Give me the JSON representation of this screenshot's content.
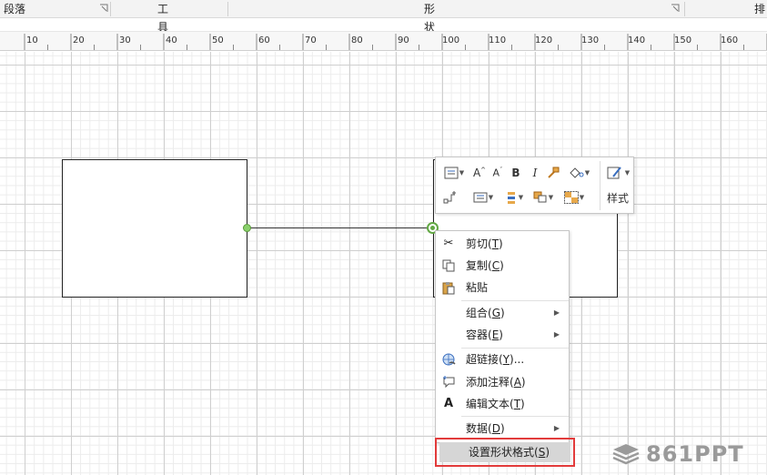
{
  "ribbon": {
    "groups": [
      {
        "label": "段落"
      },
      {
        "label": "工具"
      },
      {
        "label": "形状样式"
      },
      {
        "label": "排"
      }
    ]
  },
  "ruler": {
    "labels": [
      "10",
      "20",
      "30",
      "40",
      "50",
      "60",
      "70",
      "80",
      "90",
      "100",
      "110",
      "120",
      "130",
      "140",
      "150",
      "160"
    ]
  },
  "mini_toolbar": {
    "style_label": "样式",
    "bold_label": "B",
    "italic_label": "I"
  },
  "context_menu": {
    "items": [
      {
        "label": "剪切",
        "key": "T",
        "icon": "scissors-icon"
      },
      {
        "label": "复制",
        "key": "C",
        "icon": "copy-icon"
      },
      {
        "label": "粘贴",
        "key": "",
        "icon": "paste-icon"
      },
      {
        "label": "组合",
        "key": "G",
        "icon": "",
        "submenu": true
      },
      {
        "label": "容器",
        "key": "E",
        "icon": "",
        "submenu": true
      },
      {
        "label": "超链接",
        "key": "Y",
        "suffix": "...",
        "icon": "hyperlink-icon"
      },
      {
        "label": "添加注释",
        "key": "A",
        "icon": "comment-icon"
      },
      {
        "label": "编辑文本",
        "key": "T",
        "icon": "text-icon"
      },
      {
        "label": "数据",
        "key": "D",
        "icon": "",
        "submenu": true
      }
    ],
    "highlighted": {
      "label": "设置形状格式",
      "key": "S"
    }
  },
  "watermark": {
    "text": "861PPT"
  },
  "colors": {
    "handle_green": "#62a844",
    "highlight_border": "#e23b3b",
    "highlight_fill": "#d6d6d6"
  }
}
